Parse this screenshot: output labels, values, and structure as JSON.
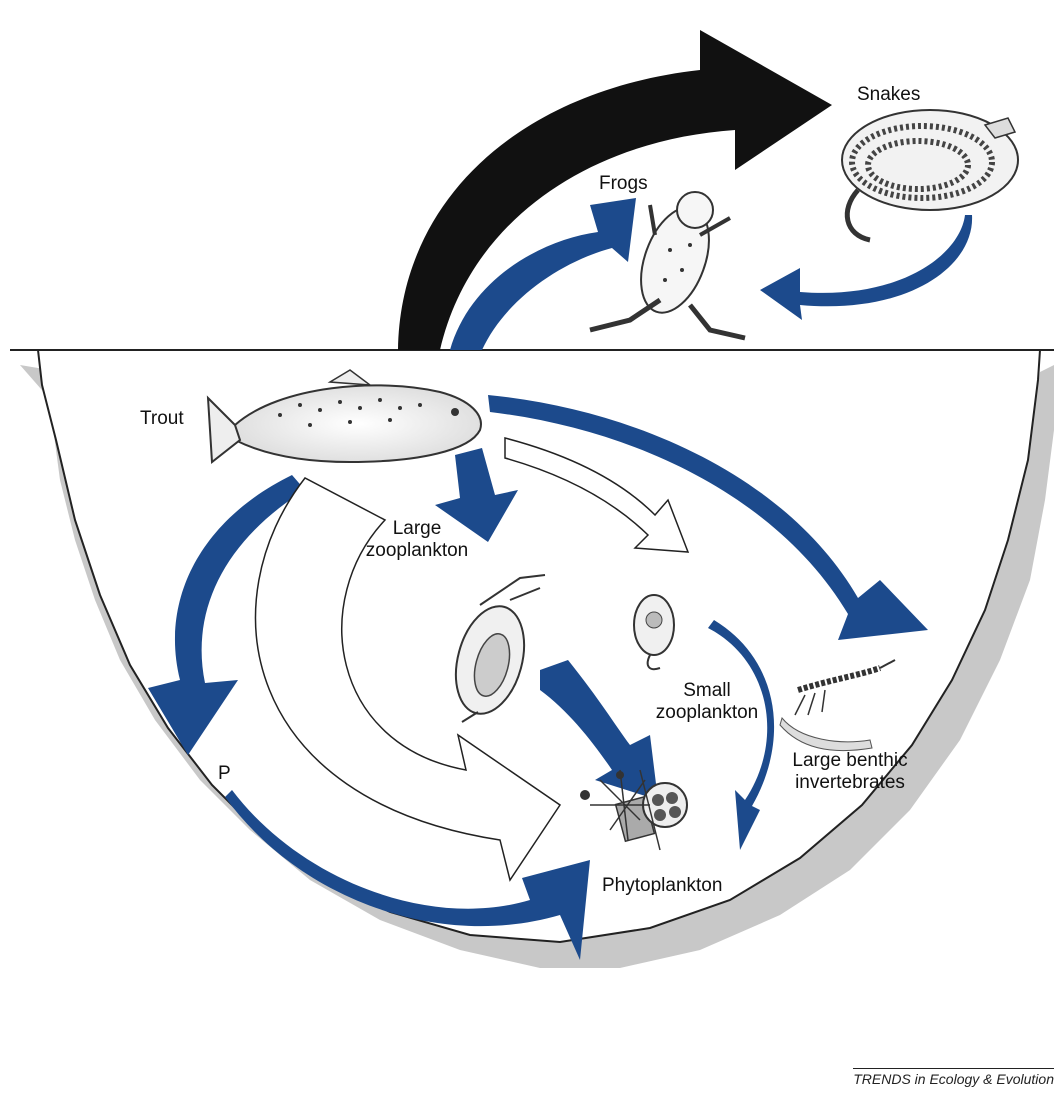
{
  "labels": {
    "snakes": "Snakes",
    "frogs": "Frogs",
    "trout": "Trout",
    "large_zooplankton_1": "Large",
    "large_zooplankton_2": "zooplankton",
    "small_zooplankton_1": "Small",
    "small_zooplankton_2": "zooplankton",
    "large_benthic_1": "Large benthic",
    "large_benthic_2": "invertebrates",
    "p": "P",
    "phytoplankton": "Phytoplankton"
  },
  "credit": "TRENDS in Ecology & Evolution",
  "colors": {
    "blue_arrow": "#1c4a8c",
    "black_arrow": "#111111",
    "lake_shadow": "#c8c8c8",
    "outline": "#222222"
  },
  "icons": [
    "snake-icon",
    "frog-icon",
    "trout-icon",
    "daphnia-icon",
    "rotifer-icon",
    "benthic-larva-icon",
    "phytoplankton-icon"
  ]
}
